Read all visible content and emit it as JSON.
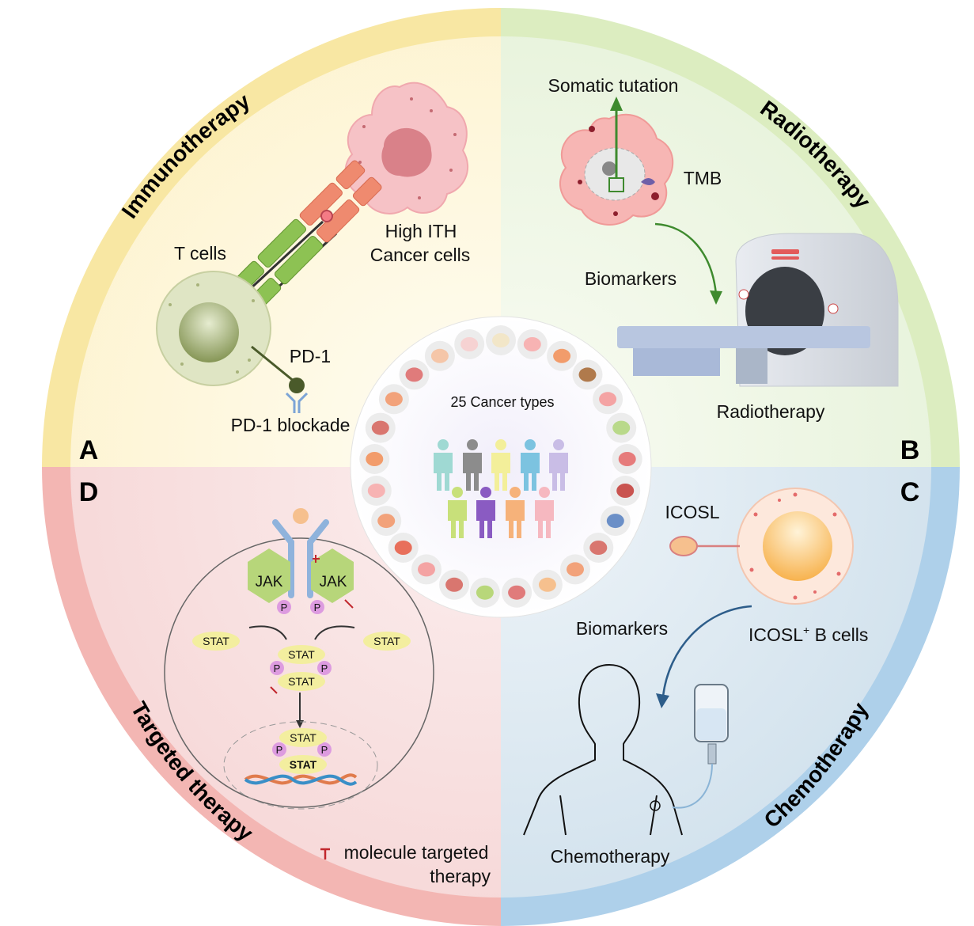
{
  "sections": {
    "immunotherapy": "Immunotherapy",
    "radiotherapy": "Radiotherapy",
    "chemotherapy": "Chemotherapy",
    "targeted": "Targeted therapy"
  },
  "panels": {
    "a": "A",
    "b": "B",
    "c": "C",
    "d": "D"
  },
  "center": {
    "title": "25 Cancer types"
  },
  "immuno": {
    "t_cells": "T cells",
    "high_ith": "High ITH",
    "cancer_cells": "Cancer cells",
    "pd1": "PD-1",
    "pd1_blockade": "PD-1 blockade"
  },
  "radio": {
    "somatic": "Somatic tutation",
    "tmb": "TMB",
    "biomarkers": "Biomarkers",
    "radiotherapy": "Radiotherapy"
  },
  "chemo": {
    "icosl": "ICOSL",
    "biomarkers": "Biomarkers",
    "icosl_b_cells_main": "ICOSL",
    "icosl_b_cells_sup": "+",
    "icosl_b_cells_rest": " B cells",
    "chemotherapy": "Chemotherapy"
  },
  "targeted": {
    "jak_left": "JAK",
    "jak_right": "JAK",
    "p": "P",
    "stat": "STAT",
    "legend_line1": "molecule targeted",
    "legend_line2": "therapy"
  },
  "colors": {
    "yellow_ring": "#f8e7a3",
    "green_ring": "#dcedc0",
    "red_ring": "#f3b6b3",
    "blue_ring": "#aed0ea",
    "arrow_green": "#3e8a2e",
    "arrow_blue": "#2d5d8a",
    "inhibitor_red": "#c1272d"
  }
}
